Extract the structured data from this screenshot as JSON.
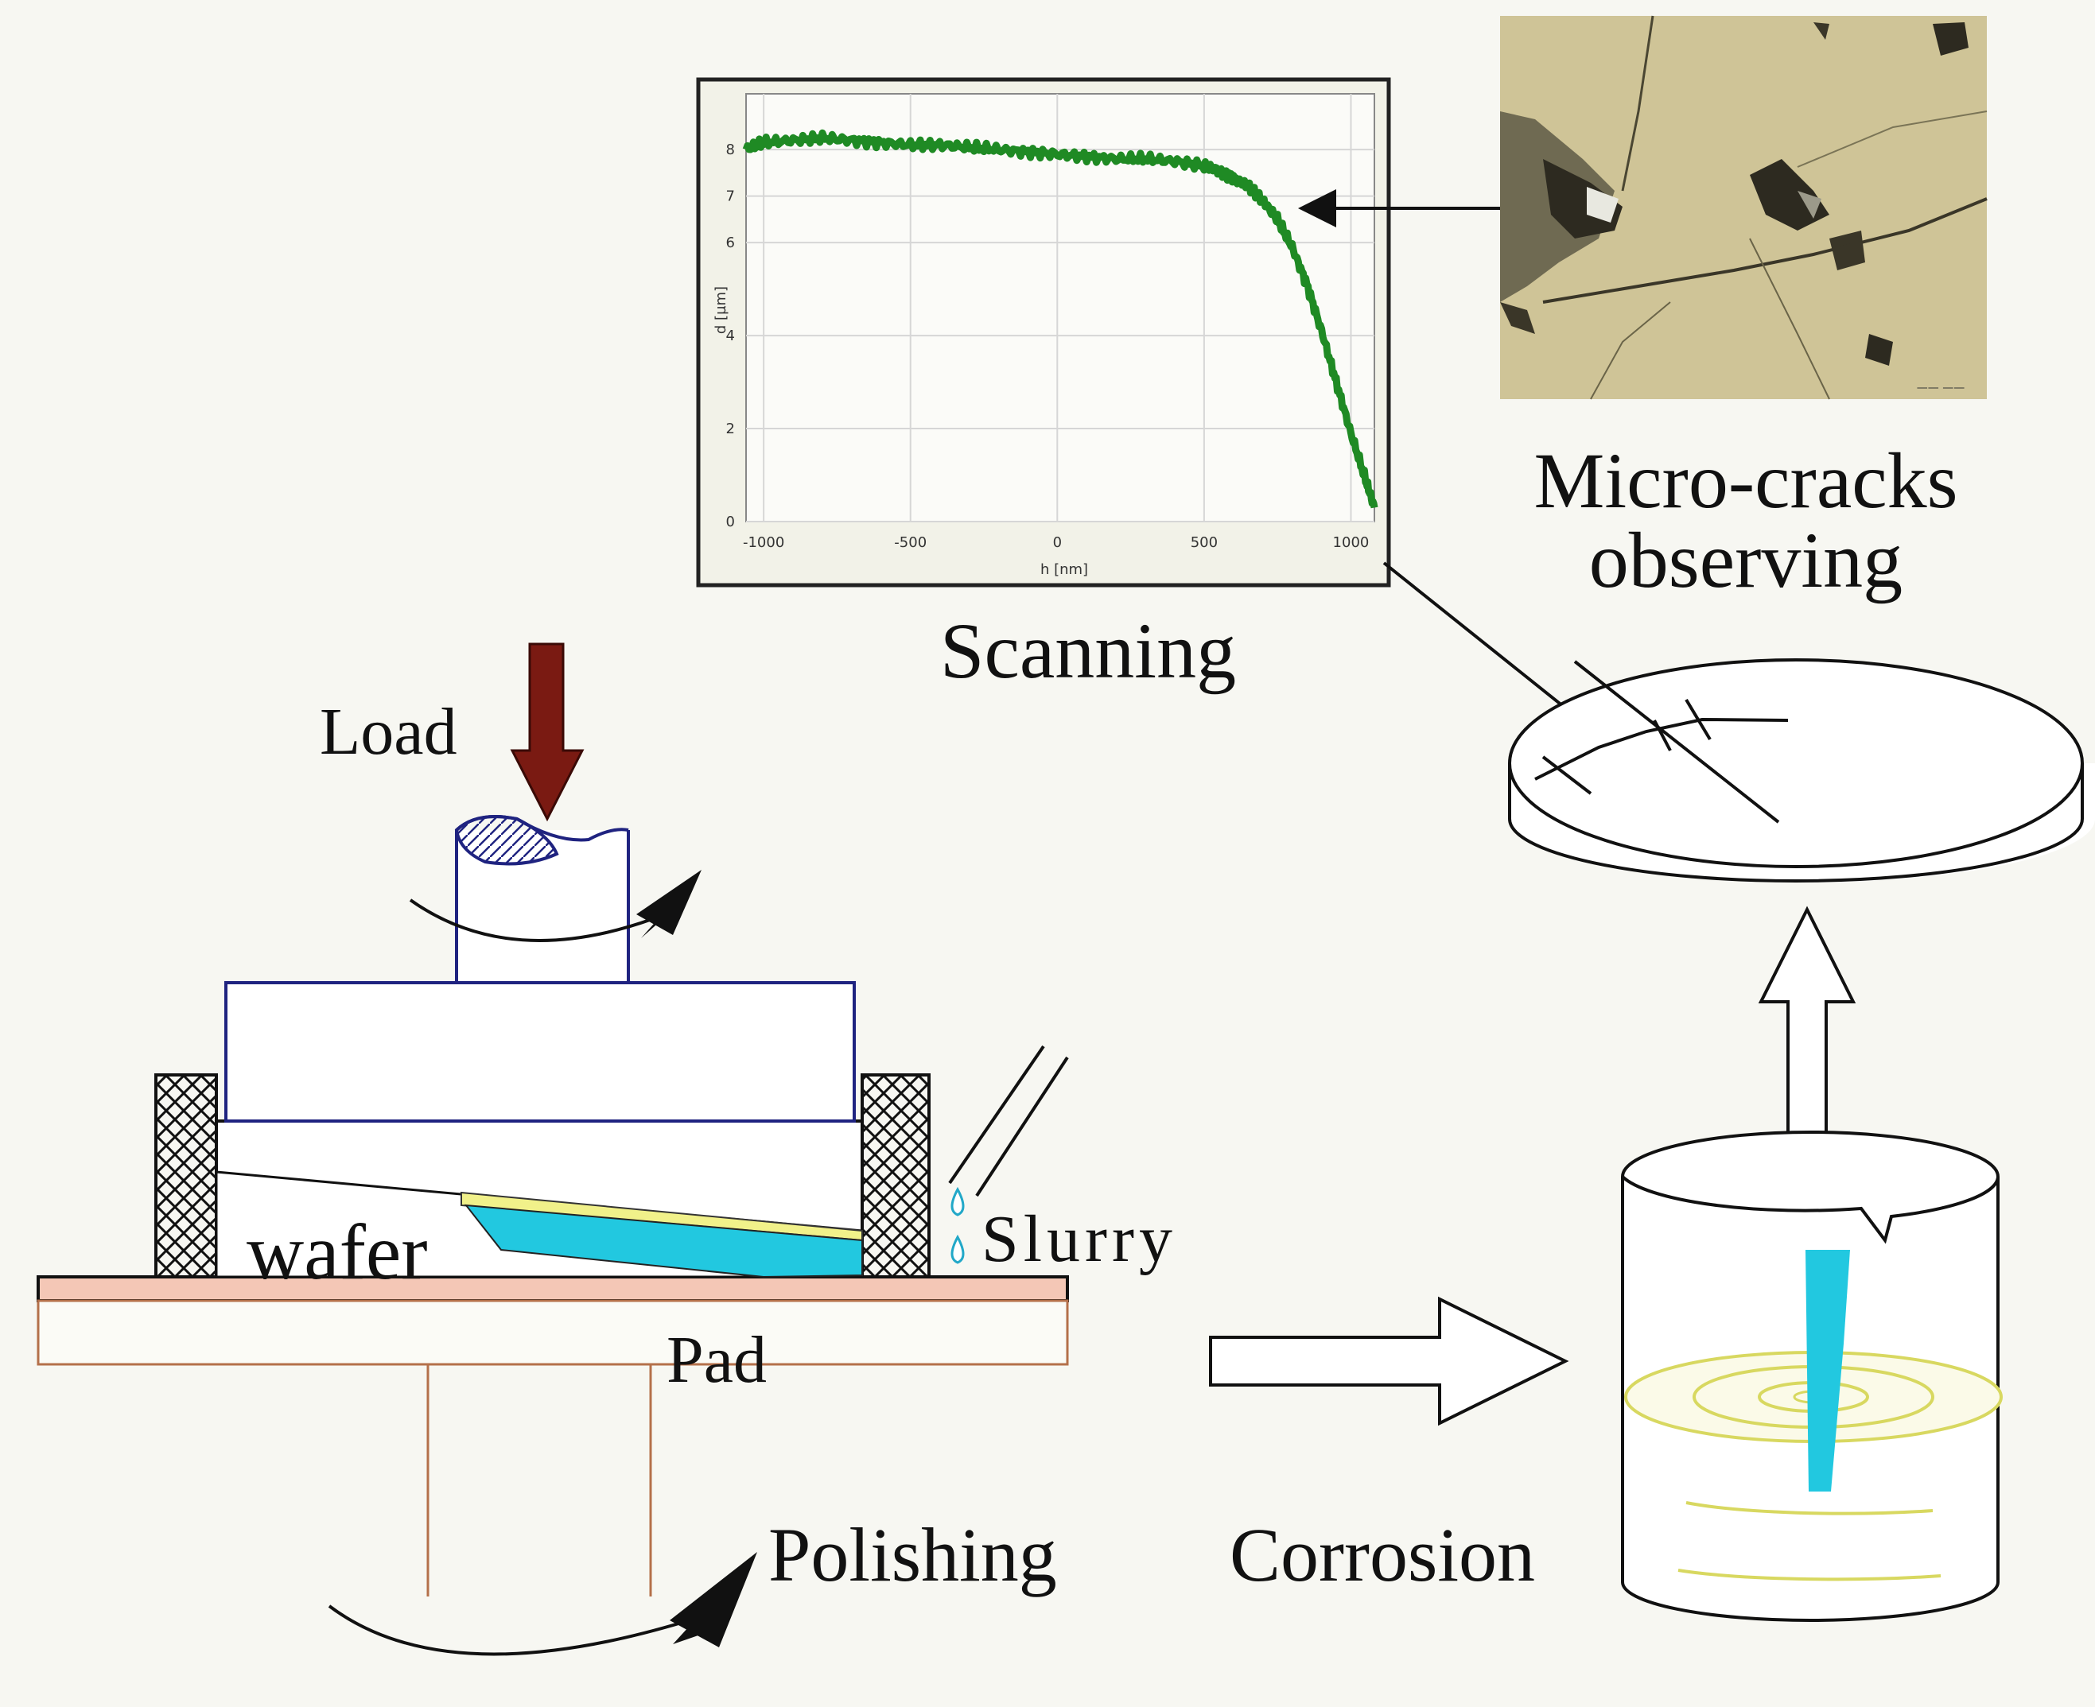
{
  "labels": {
    "load": "Load",
    "wafer": "wafer",
    "slurry": "Slurry",
    "pad": "Pad",
    "polishing": "Polishing",
    "corrosion": "Corrosion",
    "scanning": "Scanning",
    "micro_line1": "Micro-cracks",
    "micro_line2": "observing"
  },
  "colors": {
    "profile_line": "#1f8a24",
    "slurry_fill": "#22c8e0",
    "load_arrow": "#7a1a12",
    "pad_fill": "#f4c7b6",
    "carrier_stroke": "#1f2380",
    "ring_stroke": "#d8d860",
    "probe_fill": "#22c8e0"
  },
  "micrograph": {
    "scale_text": "—— ——"
  },
  "chart_data": {
    "type": "line",
    "title": "",
    "xlabel": "h [nm]",
    "ylabel": "d [µm]",
    "xlim": [
      -1060,
      1080
    ],
    "ylim": [
      0,
      9.2
    ],
    "xticks": [
      -1000,
      -500,
      0,
      500,
      1000
    ],
    "xtick_labels": [
      "-1000",
      "-500",
      "0",
      "500",
      "1000"
    ],
    "yticks": [
      0,
      2,
      4,
      6,
      7,
      8
    ],
    "ytick_labels": [
      "0",
      "2",
      "4",
      "6",
      "7",
      "8"
    ],
    "grid": true,
    "series": [
      {
        "x": [
          -1060,
          -1000,
          -900,
          -800,
          -700,
          -600,
          -500,
          -400,
          -300,
          -200,
          -100,
          0,
          100,
          200,
          300,
          400,
          500,
          550,
          600,
          650,
          700,
          750,
          800,
          850,
          900,
          950,
          1000,
          1050,
          1080
        ],
        "y": [
          8.0,
          8.15,
          8.2,
          8.25,
          8.2,
          8.15,
          8.1,
          8.1,
          8.05,
          8.0,
          7.95,
          7.9,
          7.85,
          7.8,
          7.8,
          7.75,
          7.65,
          7.55,
          7.4,
          7.2,
          6.9,
          6.5,
          5.9,
          5.1,
          4.1,
          3.0,
          1.9,
          0.9,
          0.3
        ]
      }
    ]
  }
}
